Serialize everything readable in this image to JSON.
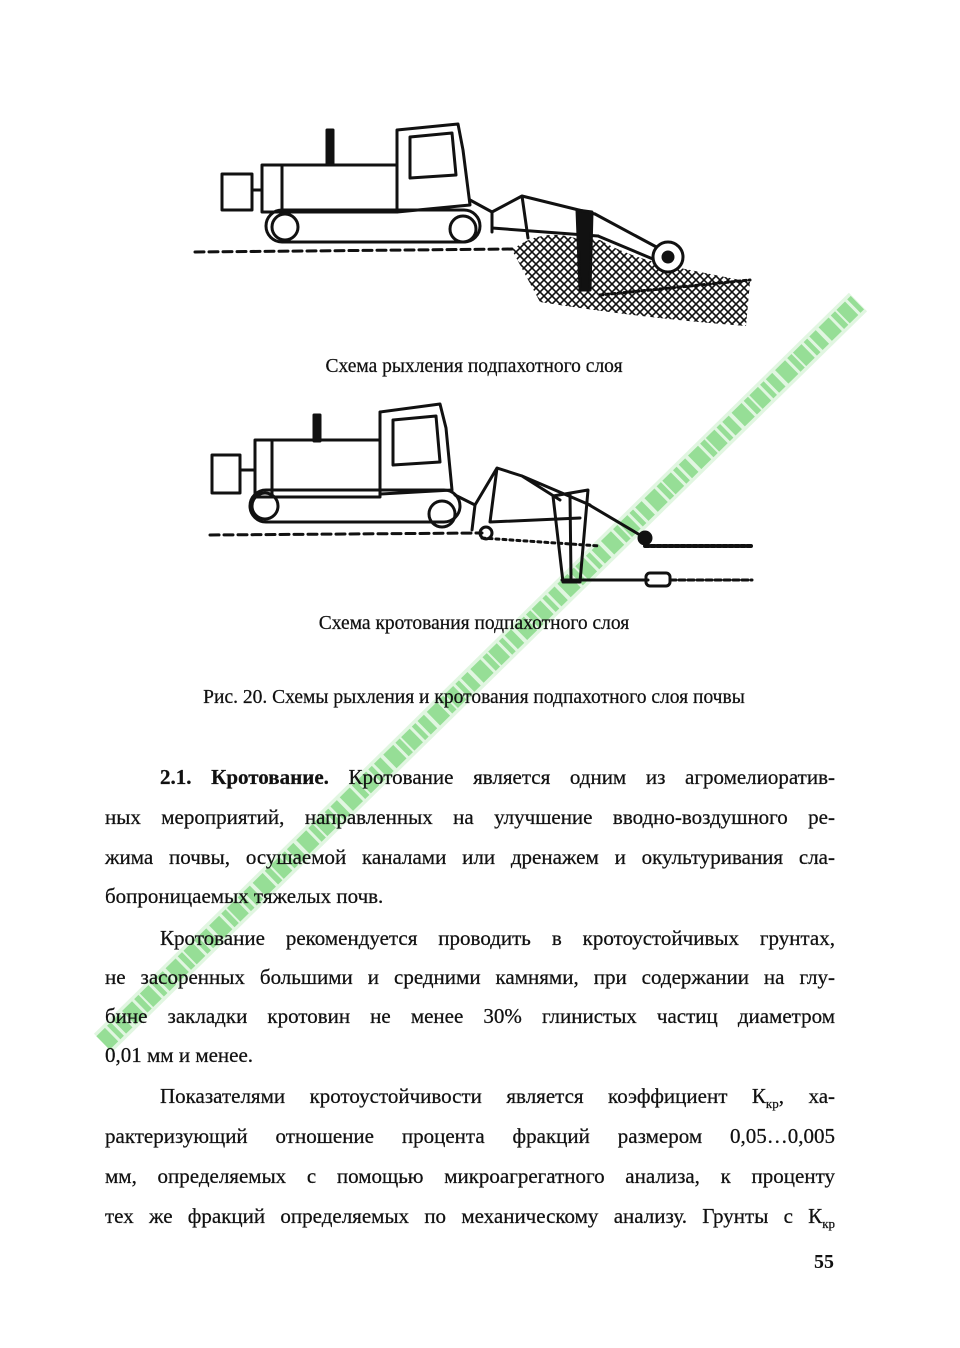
{
  "figures": {
    "loosening": {
      "caption": "Схема рыхления подпахотного слоя"
    },
    "moling": {
      "caption": "Схема кротования подпахотного слоя"
    }
  },
  "figure_caption": "Рис. 20. Схемы рыхления и кротования подпахотного слоя почвы",
  "body": {
    "paragraphs": [
      {
        "heading": "2.1. Кротование.",
        "lines": [
          "Кротование является одним из агромелиоратив-",
          "ных мероприятий, направленных на улучшение вводно-воздушного ре-",
          "жима почвы, осушаемой каналами или дренажем и окультуривания сла-",
          "бопроницаемых тяжелых почв."
        ]
      },
      {
        "lines": [
          "Кротование рекомендуется проводить в кротоустойчивых грунтах,",
          "не засоренных большими и средними камнями, при содержании на глу-",
          "бине закладки кротовин не менее 30% глинистых частиц диаметром",
          "0,01 мм и менее."
        ]
      },
      {
        "lines": [
          [
            "Показателями кротоустойчивости является коэффициент",
            ", ха-"
          ],
          [
            "рактеризующий отношение процента фракций размером 0,05…0,005"
          ],
          [
            "мм, определяемых с помощью микроагрегатного анализа, к проценту"
          ],
          [
            "тех же фракций определяемых по механическому анализу. Грунты с"
          ]
        ]
      }
    ]
  },
  "coefficient": {
    "symbol": "К",
    "subscript": "кр"
  },
  "page_number": "55",
  "colors": {
    "text": "#111111",
    "watermark": "#8edc8e"
  }
}
